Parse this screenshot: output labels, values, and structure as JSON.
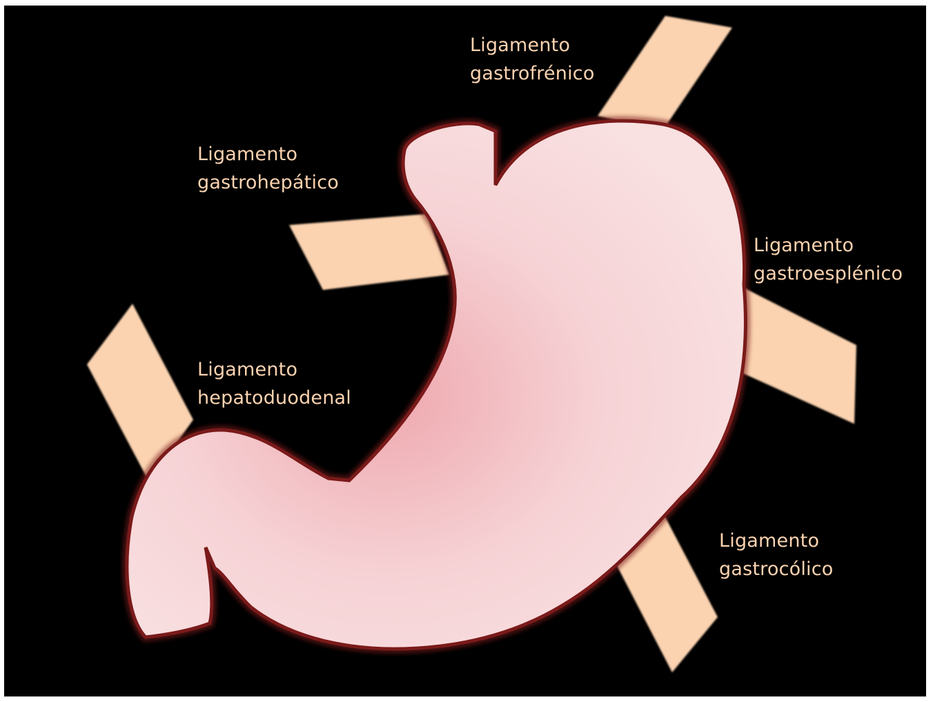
{
  "colors": {
    "background": "#000000",
    "ligament_fill": "#fbd3b0",
    "stomach_fill_light": "#f9e0e1",
    "stomach_fill_center": "#eea8ae",
    "stomach_outline": "#7a1a1a",
    "label_text": "#fbd3b0"
  },
  "labels": {
    "gastrofrenico": {
      "line1": "Ligamento",
      "line2": "gastrofrénico"
    },
    "gastrohepatico": {
      "line1": "Ligamento",
      "line2": "gastrohepático"
    },
    "gastroesplenico": {
      "line1": "Ligamento",
      "line2": "gastroesplénico"
    },
    "hepatoduodenal": {
      "line1": "Ligamento",
      "line2": "hepatoduodenal"
    },
    "gastrocolico": {
      "line1": "Ligamento",
      "line2": "gastrocólico"
    }
  }
}
